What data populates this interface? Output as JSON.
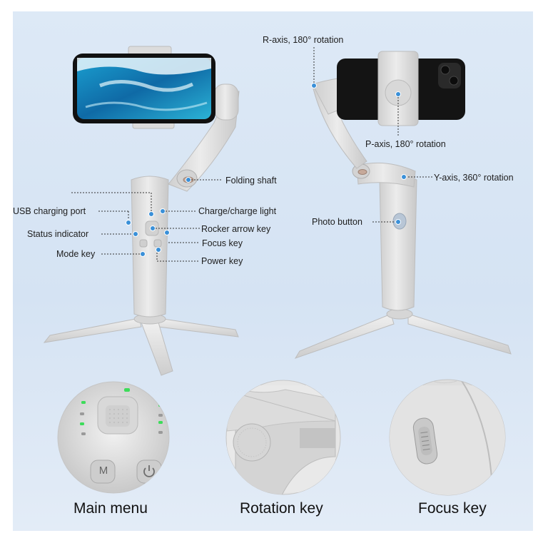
{
  "labels": {
    "r_axis": "R-axis, 180° rotation",
    "p_axis": "P-axis, 180° rotation",
    "y_axis": "Y-axis, 360°   rotation",
    "folding_shaft": "Folding shaft",
    "usb_port": "USB charging port",
    "charge_light": "Charge/charge light",
    "status_indicator": "Status indicator",
    "rocker_key": "Rocker arrow key",
    "focus_key": "Focus key",
    "mode_key": "Mode key",
    "power_key": "Power key",
    "photo_button": "Photo button"
  },
  "captions": {
    "main_menu": "Main menu",
    "rotation_key": "Rotation key",
    "focus_key": "Focus key"
  },
  "detail_icons": {
    "mode_button_letter": "M",
    "power_button_icon": "power-icon"
  },
  "colors": {
    "background": "#d9e6f5",
    "gimbal_body": "#e4e4e4",
    "marker_dot": "#3a90d8",
    "status_led": "#3ddc5a"
  }
}
